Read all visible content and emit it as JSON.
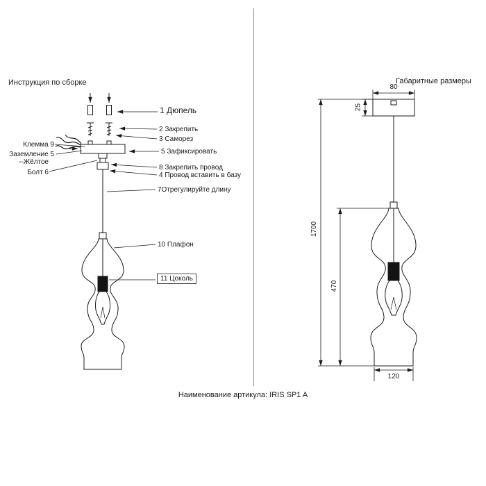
{
  "assembly": {
    "title": "Инструкция по сборке",
    "callouts": {
      "dowel": "1  Дюпель",
      "fasten": "2 Закрепить",
      "screw": "3 Саморез",
      "fix": "5 Зафиксировать",
      "terminal": "Клемма  9",
      "ground": "Заземление  5",
      "yellow": "--Жёлтое",
      "bolt": "Болт  6",
      "fasten_wire": "8 Закрепить провод",
      "insert_wire": "4 Провод вставить в базу",
      "adjust_length": "7Отрегулируйте длину",
      "shade": "10  Плафон",
      "socket": "11 Цоколь"
    }
  },
  "dimensions": {
    "title": "Габаритные размеры",
    "width_top": "80",
    "canopy_height": "25",
    "total_height": "1700",
    "shade_height": "470",
    "width_bottom": "120"
  },
  "footer": {
    "article": "Наименование артикула: IRIS SP1 A"
  }
}
